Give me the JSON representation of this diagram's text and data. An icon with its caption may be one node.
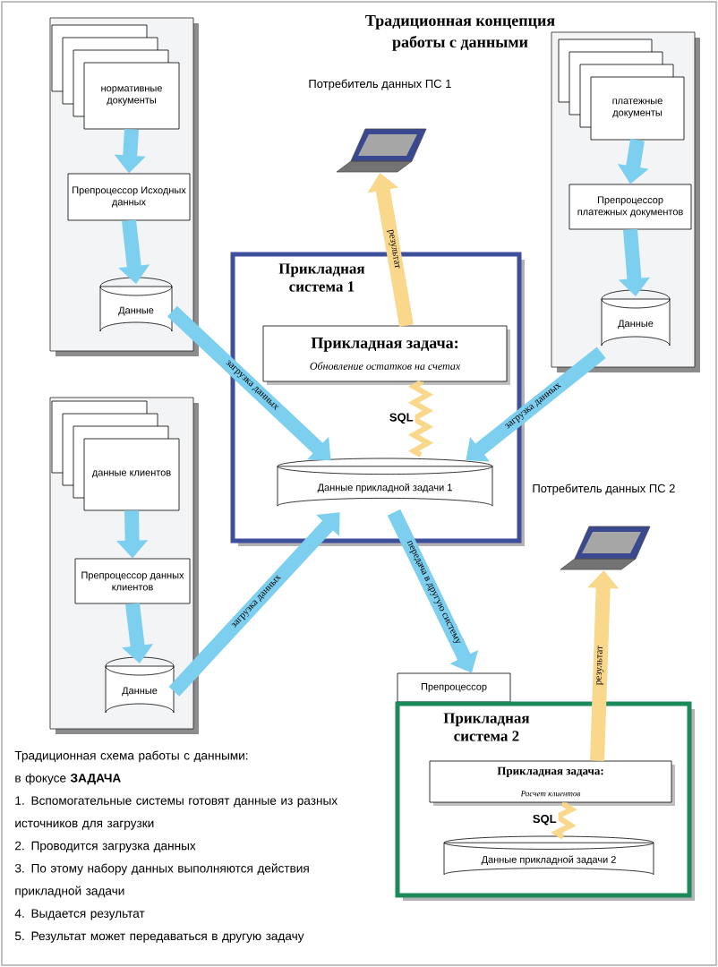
{
  "diagram": {
    "title": "Традиционная концепция работы с данными",
    "nodes": [
      {
        "text": [],
        "shape": "box"
      },
      {
        "text": [
          "нормативные документы"
        ],
        "in": 0
      },
      {
        "text": [
          "Препроцессор Исходных данных"
        ],
        "in": 0
      },
      {
        "text": [
          "Данные"
        ],
        "in": 0
      },
      {
        "text": [],
        "shape": "box"
      },
      {
        "text": [
          "платежные документы"
        ],
        "in": 4
      },
      {
        "text": [
          "Препроцессор платежных документов"
        ],
        "in": 4
      },
      {
        "text": [
          "Данные"
        ],
        "in": 4
      },
      {
        "text": [],
        "shape": "box"
      },
      {
        "text": [
          "данные клиентов"
        ],
        "in": 8
      },
      {
        "text": [
          "Препроцессор данных клиентов"
        ],
        "in": 8
      },
      {
        "text": [
          "Данные"
        ],
        "in": 8
      },
      {
        "text": [
          "Потребитель данных ПС 1"
        ]
      },
      {
        "text": [
          "Прикладная система 1"
        ]
      },
      {
        "text": [
          "Прикладная задача:",
          "Обновление остатков на счетах"
        ],
        "in": 13
      },
      {
        "text": [
          "Данные прикладной задачи 1"
        ],
        "in": 13
      },
      {
        "text": [
          "Препроцессор"
        ]
      },
      {
        "text": [
          "Прикладная система 2"
        ]
      },
      {
        "text": [
          "Прикладная задача:",
          "Расчет клиентов"
        ],
        "in": 17
      },
      {
        "text": [
          "Данные прикладной задачи 2"
        ],
        "in": 17
      },
      {
        "text": [
          "Потребитель данных ПС 2"
        ]
      }
    ],
    "edges": [
      {
        "from": 1,
        "to": 2,
        "arrow": "to"
      },
      {
        "from": 2,
        "to": 3,
        "arrow": "to"
      },
      {
        "from": 5,
        "to": 6,
        "arrow": "to"
      },
      {
        "from": 6,
        "to": 7,
        "arrow": "to"
      },
      {
        "from": 9,
        "to": 10,
        "arrow": "to"
      },
      {
        "from": 10,
        "to": 11,
        "arrow": "to"
      },
      {
        "from": 3,
        "to": 15,
        "arrow": "to",
        "label": "загрузка данных"
      },
      {
        "from": 7,
        "to": 15,
        "arrow": "to",
        "label": "загрузка данных"
      },
      {
        "from": 11,
        "to": 15,
        "arrow": "to",
        "label": "загрузка данных"
      },
      {
        "from": 14,
        "to": 12,
        "arrow": "to",
        "label": "результат",
        "color": "#f9d88c"
      },
      {
        "from": 15,
        "to": 14,
        "arrow": "none",
        "label": "SQL",
        "color": "#f9d88c"
      },
      {
        "from": 15,
        "to": 16,
        "arrow": "to",
        "label": "передача в другую систему"
      },
      {
        "from": 19,
        "to": 18,
        "arrow": "none",
        "label": "SQL",
        "color": "#f9d88c"
      },
      {
        "from": 18,
        "to": 20,
        "arrow": "to",
        "label": "результат",
        "color": "#f9d88c"
      }
    ],
    "labels": [
      "Традиционная схема работы с данными:",
      "в фокусе **ЗАДАЧА**",
      "1. Вспомогательные системы готовят данные из разных источников для загрузки",
      "2. Проводится загрузка данных",
      "3. По этому набору данных выполняются действия прикладной задачи",
      "4. Выдается результат",
      "5. Результат может передаваться в другую задачу"
    ]
  }
}
